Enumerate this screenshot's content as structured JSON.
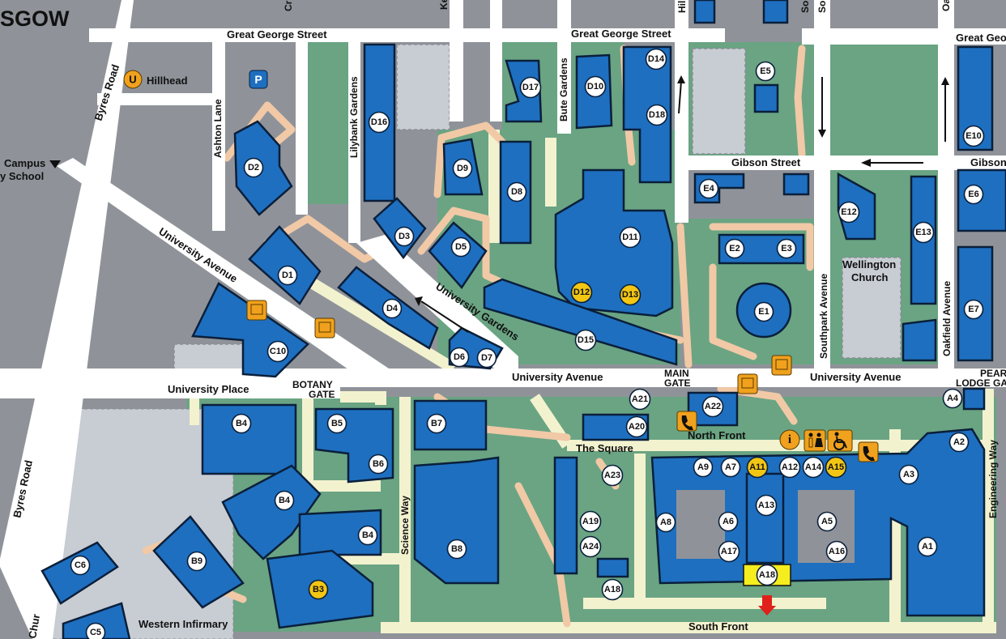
{
  "title": "SGOW",
  "streets": {
    "great_george_1": "Great George Street",
    "great_george_2": "Great George Street",
    "great_george_3": "Great Geo",
    "byres_road_n": "Byres Road",
    "byres_road_s": "Byres Road",
    "ashton_lane": "Ashton Lane",
    "lilybank": "Lilybank Gardens",
    "bute": "Bute Gardens",
    "hill": "Hill",
    "cr": "Cr",
    "ke": "Ke",
    "so1": "So",
    "so2": "So",
    "oa": "Oa",
    "gibson_1": "Gibson Street",
    "gibson_2": "Gibson",
    "southpark": "Southpark Avenue",
    "oakfield": "Oakfield Avenue",
    "univ_ave_diag": "University Avenue",
    "univ_gardens": "University Gardens",
    "univ_ave_1": "University Avenue",
    "univ_ave_2": "University Avenue",
    "univ_place": "University Place",
    "botany": "BOTANY",
    "gate": "GATE",
    "main": "MAIN",
    "gate2": "GATE",
    "pear": "PEAR",
    "lodge": "LODGE GA",
    "science_way": "Science Way",
    "engineering_way": "Engineering Way",
    "the_square": "The Square",
    "north_front": "North Front",
    "south_front": "South Front",
    "western_infirmary": "Western Infirmary",
    "chur": "Chur",
    "campus": "Campus",
    "school": "y School",
    "hillhead": "Hillhead",
    "wellington": "Wellington",
    "church": "Church"
  },
  "markers": {
    "D1": "D1",
    "D2": "D2",
    "D3": "D3",
    "D4": "D4",
    "D5": "D5",
    "D6": "D6",
    "D7": "D7",
    "D8": "D8",
    "D9": "D9",
    "D10": "D10",
    "D11": "D11",
    "D12": "D12",
    "D13": "D13",
    "D14": "D14",
    "D15": "D15",
    "D16": "D16",
    "D17": "D17",
    "D18": "D18",
    "E1": "E1",
    "E2": "E2",
    "E3": "E3",
    "E4": "E4",
    "E5": "E5",
    "E6": "E6",
    "E7": "E7",
    "E10": "E10",
    "E12": "E12",
    "E13": "E13",
    "C5": "C5",
    "C6": "C6",
    "C10": "C10",
    "B3": "B3",
    "B4a": "B4",
    "B4b": "B4",
    "B4c": "B4",
    "B5": "B5",
    "B6": "B6",
    "B7": "B7",
    "B8": "B8",
    "B9": "B9",
    "A1": "A1",
    "A2": "A2",
    "A3": "A3",
    "A4": "A4",
    "A5": "A5",
    "A6": "A6",
    "A7": "A7",
    "A8": "A8",
    "A9": "A9",
    "A11": "A11",
    "A12": "A12",
    "A13": "A13",
    "A14": "A14",
    "A15": "A15",
    "A16": "A16",
    "A17": "A17",
    "A18a": "A18",
    "A18b": "A18",
    "A19": "A19",
    "A20": "A20",
    "A21": "A21",
    "A22": "A22",
    "A23": "A23",
    "A24": "A24"
  },
  "icons": {
    "subway": "U",
    "parking": "P",
    "info": "i"
  },
  "colors": {
    "building": "#1e6fc0",
    "highlight": "#f3c614",
    "amenity": "#f0a11d",
    "green": "#6aa483",
    "path": "#f1c9a6",
    "arrow": "#e0201b"
  }
}
